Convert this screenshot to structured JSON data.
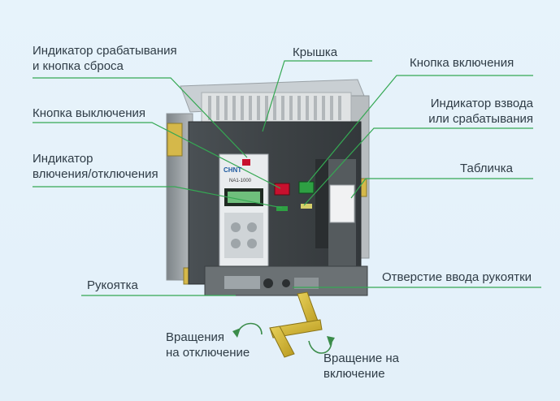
{
  "labels": {
    "trip_indicator": [
      "Индикатор срабатывания",
      "и кнопка сброса"
    ],
    "cover": "Крышка",
    "on_button": "Кнопка включения",
    "off_button": "Кнопка выключения",
    "charge_indicator": [
      "Индикатор взвода",
      "или срабатывания"
    ],
    "onoff_indicator": [
      "Индикатор",
      "влючения/отключения"
    ],
    "nameplate": "Табличка",
    "handle": "Рукоятка",
    "handle_hole": "Отверстие ввода рукоятки",
    "rotate_off": [
      "Вращения",
      "на отключение"
    ],
    "rotate_on": [
      "Вращение на",
      "включение"
    ]
  },
  "device": {
    "brand": "CHNT",
    "model": "NA1-1000"
  },
  "colors": {
    "background": "#e5f1fa",
    "leader_line": "#35a853",
    "arrow": "#3b8c4a",
    "label_text": "#2f3c46",
    "body_dark": "#3e4346",
    "panel_light": "#e9ecee",
    "red_button": "#c8102e",
    "green_button": "#2ea043"
  }
}
